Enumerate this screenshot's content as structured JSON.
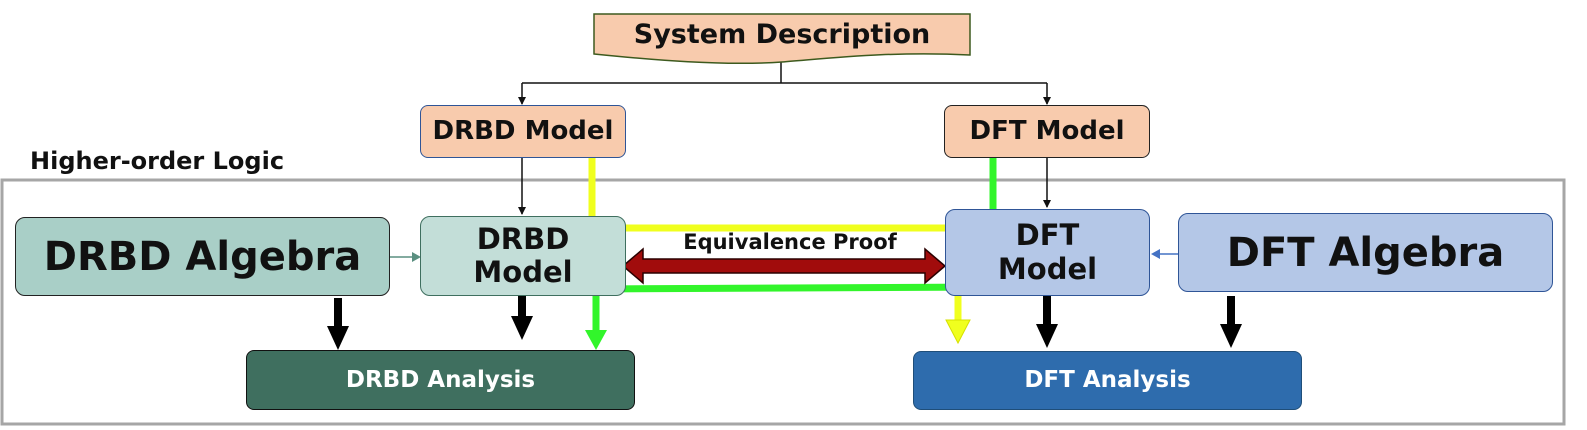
{
  "system_description": "System Description",
  "drbd_model_top": "DRBD Model",
  "dft_model_top": "DFT Model",
  "hol_label": "Higher-order Logic",
  "drbd_algebra": "DRBD Algebra",
  "drbd_model_inner_line1": "DRBD",
  "drbd_model_inner_line2": "Model",
  "equivalence_proof": "Equivalence Proof",
  "dft_model_inner_line1": "DFT",
  "dft_model_inner_line2": "Model",
  "dft_algebra": "DFT Algebra",
  "drbd_analysis": "DRBD Analysis",
  "dft_analysis": "DFT Analysis",
  "colors": {
    "peach": "#f8cbad",
    "drbd_algebra": "#a9cfc7",
    "drbd_model_inner": "#c3ded8",
    "dft_blue": "#b4c7e7",
    "drbd_analysis": "#3f6f5f",
    "dft_analysis": "#2e6cad",
    "yellow_path": "#f0ff1e",
    "green_path": "#32f52b",
    "equivalence_arrow": "#a10c0c"
  }
}
